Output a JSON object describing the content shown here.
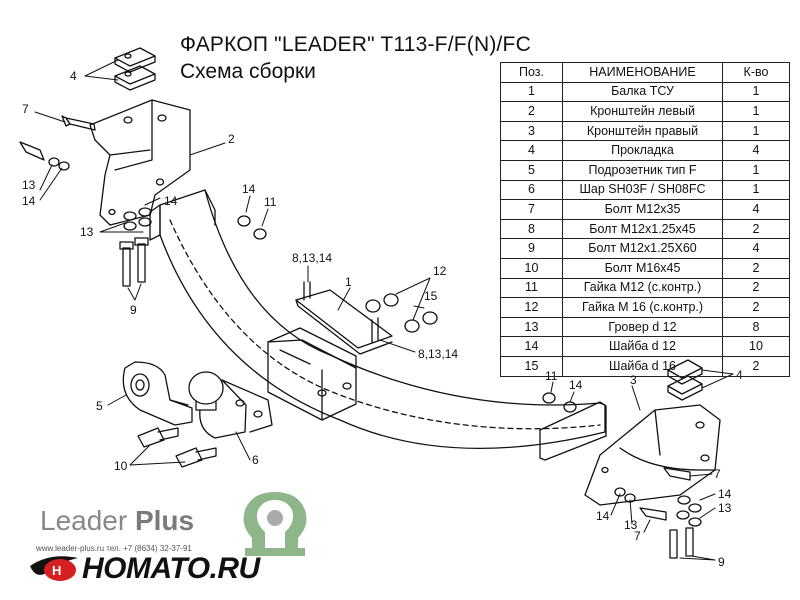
{
  "header": {
    "title": "ФАРКОП \"LEADER\" T113-F/F(N)/FC",
    "subtitle": "Схема сборки"
  },
  "parts_table": {
    "columns": [
      "Поз.",
      "НАИМЕНОВАНИЕ",
      "К-во"
    ],
    "rows": [
      [
        "1",
        "Балка ТСУ",
        "1"
      ],
      [
        "2",
        "Кронштейн левый",
        "1"
      ],
      [
        "3",
        "Кронштейн правый",
        "1"
      ],
      [
        "4",
        "Прокладка",
        "4"
      ],
      [
        "5",
        "Подрозетник тип F",
        "1"
      ],
      [
        "6",
        "Шар SH03F / SH08FC",
        "1"
      ],
      [
        "7",
        "Болт М12х35",
        "4"
      ],
      [
        "8",
        "Болт М12х1.25х45",
        "2"
      ],
      [
        "9",
        "Болт М12х1.25Х60",
        "4"
      ],
      [
        "10",
        "Болт М16х45",
        "2"
      ],
      [
        "11",
        "Гайка М12 (с.контр.)",
        "2"
      ],
      [
        "12",
        "Гайка  М 16 (с.контр.)",
        "2"
      ],
      [
        "13",
        "Гровер d 12",
        "8"
      ],
      [
        "14",
        "Шайба d 12",
        "10"
      ],
      [
        "15",
        "Шайба d 16",
        "2"
      ]
    ]
  },
  "callouts": {
    "c4a": "4",
    "c7a": "7",
    "c2": "2",
    "c13a": "13",
    "c14a": "14",
    "c14b": "14",
    "c13b": "13",
    "c14c": "14",
    "c11a": "11",
    "c9a": "9",
    "c81314a": "8,13,14",
    "c1": "1",
    "c12": "12",
    "c15": "15",
    "c81314b": "8,13,14",
    "c11b": "11",
    "c14d": "14",
    "c3": "3",
    "c4b": "4",
    "c5": "5",
    "c10": "10",
    "c6": "6",
    "c7b": "7",
    "c14e": "14",
    "c13c": "13",
    "c14f": "14",
    "c13d": "13",
    "c7c": "7",
    "c9b": "9"
  },
  "brand": {
    "logo_word1": "Leader",
    "logo_word2": "Plus",
    "contacts": "www.leader-plus.ru   тел. +7 (8634) 32-37-91",
    "shop": "HOMATO.RU"
  },
  "colors": {
    "line": "#111111",
    "logo_grey": "#888888",
    "logo_green": "#8fb58a",
    "shop_red": "#d42020"
  }
}
